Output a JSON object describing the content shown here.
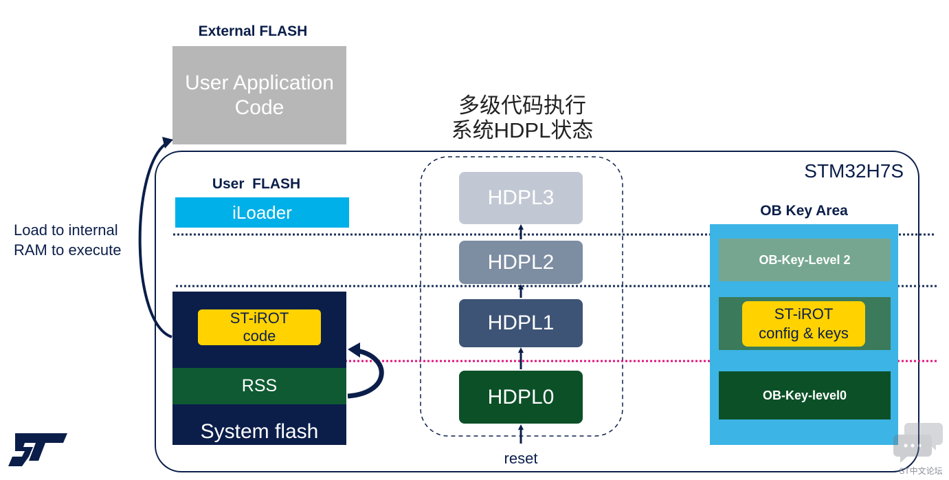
{
  "external_flash": {
    "title": "External FLASH",
    "box_text": "User Application Code"
  },
  "diagram_title": {
    "line1": "多级代码执行",
    "line2": "系统HDPL状态"
  },
  "chip_label": "STM32H7S",
  "side_note": {
    "line1": "Load to internal",
    "line2": "RAM to execute"
  },
  "user_flash": {
    "title": "User  FLASH",
    "iloader": "iLoader"
  },
  "system_flash": {
    "irot_line1": "ST-iROT",
    "irot_line2": "code",
    "rss": "RSS",
    "label": "System flash"
  },
  "hdpl": {
    "levels": [
      "HDPL3",
      "HDPL2",
      "HDPL1",
      "HDPL0"
    ],
    "reset": "reset"
  },
  "ob_key": {
    "title": "OB Key Area",
    "level2": "OB-Key-Level 2",
    "irot_line1": "ST-iROT",
    "irot_line2": "config & keys",
    "level0": "OB-Key-level0"
  },
  "watermark": "ST中文论坛",
  "colors": {
    "navy": "#0b1e4a",
    "hdpl3": "#c2c8d3",
    "hdpl2": "#7d8da2",
    "hdpl1": "#3e5476",
    "green_dark": "#0c5027",
    "rss_green": "#0f5a33",
    "yellow": "#ffd200",
    "cyan": "#00b0e8",
    "ob_blue": "#3cb4e5",
    "ob_level2": "#76a690",
    "ob_irot_bg": "#3b7a5a",
    "gray_box": "#b7b7b7",
    "magenta": "#e0147d"
  }
}
